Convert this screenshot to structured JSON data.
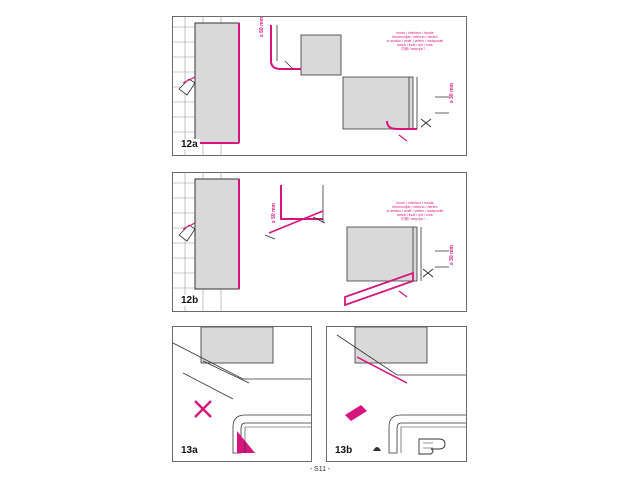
{
  "colors": {
    "accent": "#d6147e",
    "line": "#333333",
    "glass": "#d9d9d9"
  },
  "panels": [
    {
      "id": "12a",
      "label": "12a"
    },
    {
      "id": "12b",
      "label": "12b"
    },
    {
      "id": "13a",
      "label": "13a"
    },
    {
      "id": "13b",
      "label": "13b"
    }
  ],
  "notes": {
    "inside_12a": "innen / intérieur / inside\nbinnenzijde / interno / dentro\nw środku / wnitř / vnitřní / sisäpuolel\nbelső / inuti / ηiõ / inne\n内侧 / внутри / ...",
    "inside_12b": "innen / intérieur / inside\nbinnenzijde / interno / dentro\nw środku / wnitř / vnitřní / sisäpuolel\nbelső / inuti / ηiõ / inne\n内侧 / внутри / ..."
  },
  "measures": {
    "m12a_top": "≥ 50 mm",
    "m12a_side": "≥ 30 mm",
    "m12b_top": "≥ 50 mm",
    "m12b_side": "≥ 30 mm"
  },
  "icons": {
    "wrong": "pink-x-icon",
    "cut": "cut-piece-icon",
    "hand": "hand-icon"
  },
  "page_number": "- S11 -"
}
